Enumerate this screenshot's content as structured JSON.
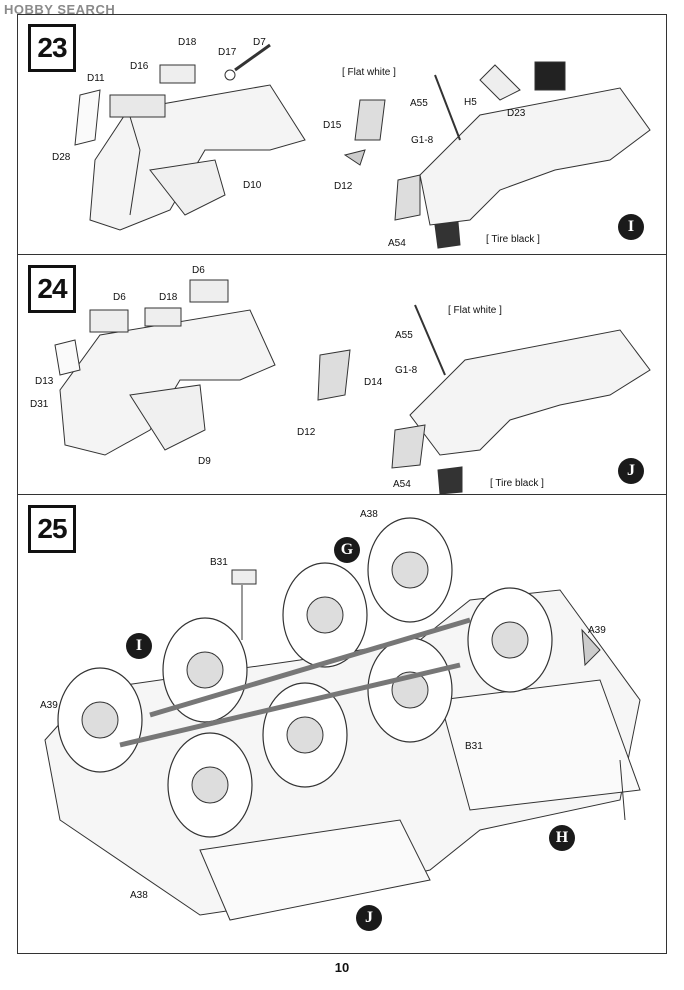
{
  "watermark": {
    "text": "HOBBY SEARCH",
    "brand_color": "#c04040"
  },
  "steps": [
    {
      "number": "23",
      "labels": [
        "D18",
        "D17",
        "D7",
        "D16",
        "D11",
        "D28",
        "D10",
        "D15",
        "D12",
        "A55",
        "H5",
        "D23",
        "G1-8",
        "A54"
      ],
      "paint_notes": [
        "[ Flat white ]",
        "[ Tire black ]"
      ],
      "ref_marker": "I"
    },
    {
      "number": "24",
      "labels": [
        "D6",
        "D6",
        "D18",
        "D13",
        "D31",
        "D9",
        "D14",
        "D12",
        "A55",
        "G1-8",
        "A54"
      ],
      "paint_notes": [
        "[ Flat white ]",
        "[ Tire black ]"
      ],
      "ref_marker": "J"
    },
    {
      "number": "25",
      "labels": [
        "A38",
        "B31",
        "A39",
        "A39",
        "B31",
        "A38"
      ],
      "ref_markers": [
        "G",
        "I",
        "H",
        "J"
      ]
    }
  ],
  "page_number": "10"
}
